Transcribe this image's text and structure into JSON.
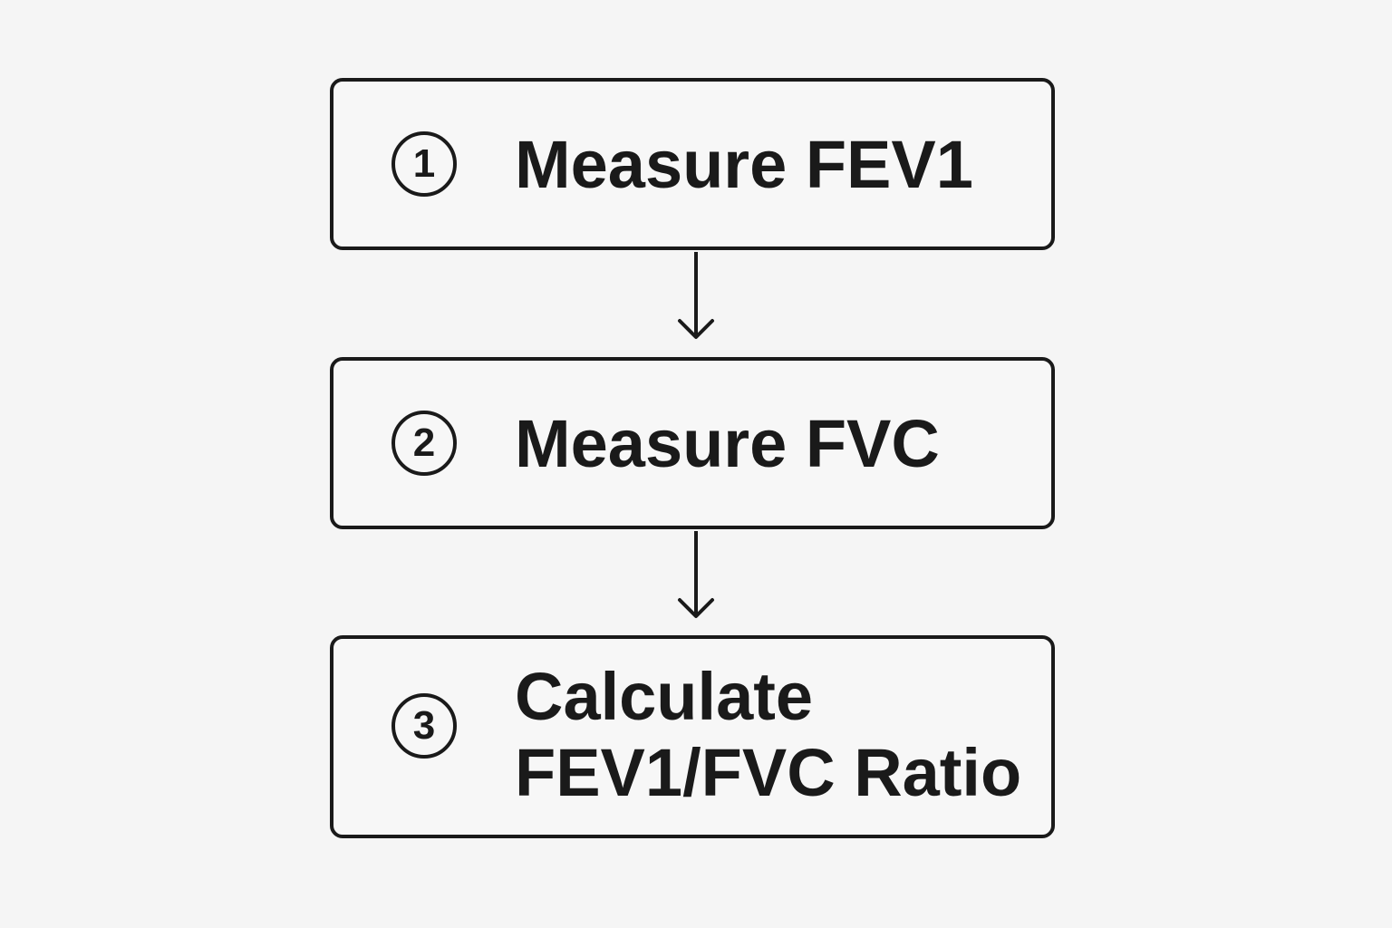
{
  "flowchart": {
    "steps": [
      {
        "number": "1",
        "label": "Measure FEV1"
      },
      {
        "number": "2",
        "label": "Measure FVC"
      },
      {
        "number": "3",
        "label": "Calculate\nFEV1/FVC Ratio"
      }
    ]
  },
  "colors": {
    "stroke": "#1a1a1a",
    "background": "#f5f5f5"
  }
}
